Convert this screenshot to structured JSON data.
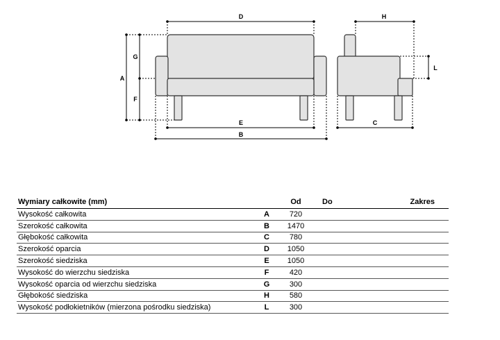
{
  "diagram": {
    "labels": {
      "A": "A",
      "B": "B",
      "C": "C",
      "D": "D",
      "E": "E",
      "F": "F",
      "G": "G",
      "H": "H",
      "L": "L"
    },
    "colors": {
      "fill": "#e3e3e3",
      "stroke": "#333333",
      "line": "#000000"
    }
  },
  "table": {
    "headers": {
      "title": "Wymiary całkowite (mm)",
      "od": "Od",
      "do": "Do",
      "zakres": "Zakres"
    },
    "rows": [
      {
        "label": "Wysokość całkowita",
        "letter": "A",
        "od": "720",
        "do": "",
        "zakres": ""
      },
      {
        "label": "Szerokość całkowita",
        "letter": "B",
        "od": "1470",
        "do": "",
        "zakres": ""
      },
      {
        "label": "Głębokość całkowita",
        "letter": "C",
        "od": "780",
        "do": "",
        "zakres": ""
      },
      {
        "label": "Szerokość oparcia",
        "letter": "D",
        "od": "1050",
        "do": "",
        "zakres": ""
      },
      {
        "label": "Szerokość siedziska",
        "letter": "E",
        "od": "1050",
        "do": "",
        "zakres": ""
      },
      {
        "label": "Wysokość do wierzchu siedziska",
        "letter": "F",
        "od": "420",
        "do": "",
        "zakres": ""
      },
      {
        "label": "Wysokość oparcia od wierzchu siedziska",
        "letter": "G",
        "od": "300",
        "do": "",
        "zakres": ""
      },
      {
        "label": "Głębokość siedziska",
        "letter": "H",
        "od": "580",
        "do": "",
        "zakres": ""
      },
      {
        "label": "Wysokość podłokietników (mierzona pośrodku siedziska)",
        "letter": "L",
        "od": "300",
        "do": "",
        "zakres": ""
      }
    ]
  }
}
